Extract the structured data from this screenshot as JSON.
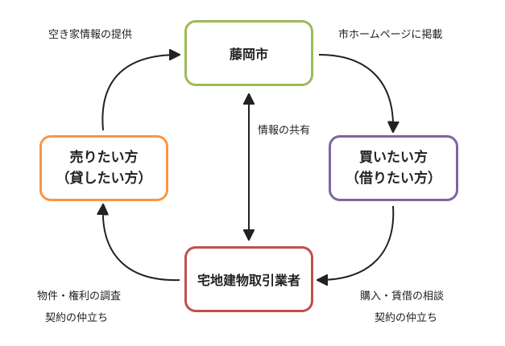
{
  "colors": {
    "city_border": "#9bbb59",
    "seller_border": "#f79646",
    "buyer_border": "#8064a2",
    "agent_border": "#c0504d",
    "arrow": "#222222"
  },
  "nodes": {
    "city": {
      "label": "藤岡市"
    },
    "seller": {
      "line1": "売りたい方",
      "line2": "（貸したい方）"
    },
    "buyer": {
      "line1": "買いたい方",
      "line2": "（借りたい方）"
    },
    "agent": {
      "label": "宅地建物取引業者"
    }
  },
  "labels": {
    "top_left": "空き家情報の提供",
    "top_right": "市ホームページに掲載",
    "center": "情報の共有",
    "bottom_left_1": "物件・権利の調査",
    "bottom_left_2": "契約の仲立ち",
    "bottom_right_1": "購入・賃借の相談",
    "bottom_right_2": "契約の仲立ち"
  }
}
